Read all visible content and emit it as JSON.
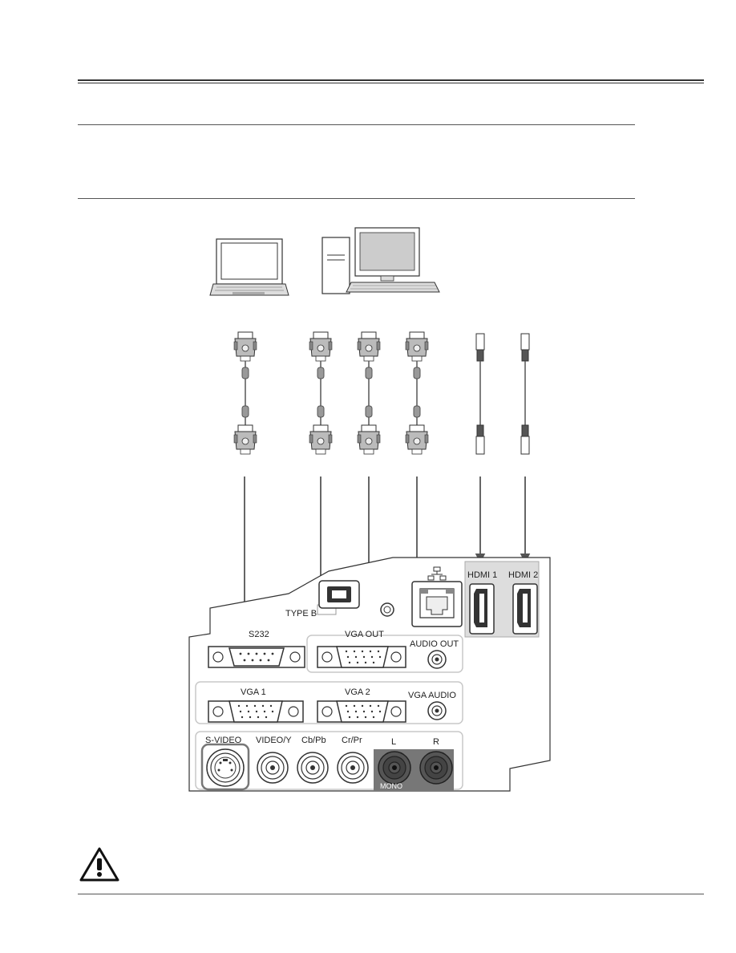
{
  "panel": {
    "type_b_label": "TYPE B",
    "rs232_label": "S232",
    "vga_out_label": "VGA OUT",
    "audio_out_label": "AUDIO OUT",
    "vga1_label": "VGA 1",
    "vga2_label": "VGA 2",
    "vga_audio_label": "VGA AUDIO",
    "hdmi1_label": "HDMI 1",
    "hdmi2_label": "HDMI 2",
    "svideo_label": "S-VIDEO",
    "video_y_label": "VIDEO/Y",
    "cb_pb_label": "Cb/Pb",
    "cr_pr_label": "Cr/Pr",
    "l_label": "L",
    "r_label": "R",
    "mono_label": "MONO"
  },
  "icons": {
    "network": "network-icon",
    "warning": "warning-icon"
  },
  "colors": {
    "line": "#333333",
    "panel_box": "#c8c8c8",
    "hdmi_bg": "#d9d9d9",
    "lr_bg": "#777777",
    "arrow": "#555555"
  }
}
